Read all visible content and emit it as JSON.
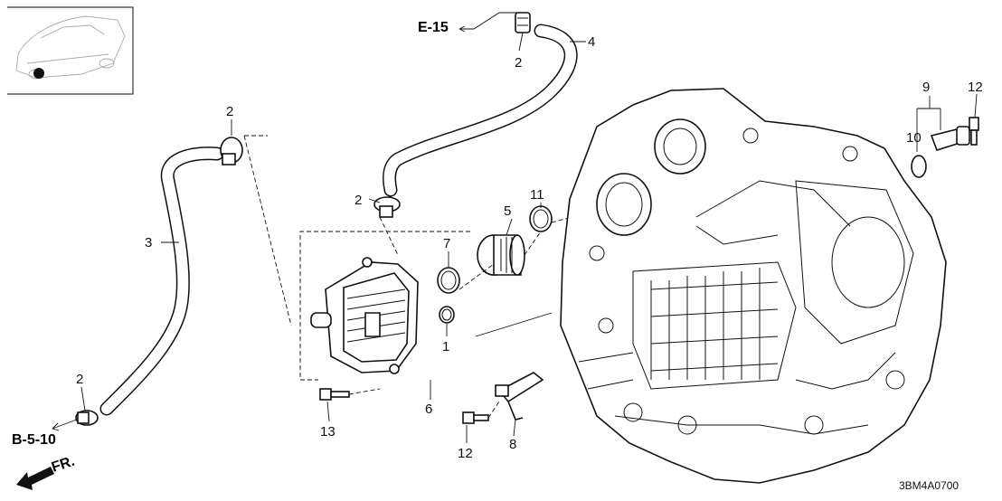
{
  "references": {
    "top": "E-15",
    "bottom_left": "B-5-10",
    "front": "FR."
  },
  "diagram_code": "3BM4A0700",
  "callouts": {
    "c1": "1",
    "c2a": "2",
    "c2b": "2",
    "c2c": "2",
    "c2d": "2",
    "c3": "3",
    "c4": "4",
    "c5": "5",
    "c6": "6",
    "c7": "7",
    "c8": "8",
    "c9": "9",
    "c10": "10",
    "c11": "11",
    "c12a": "12",
    "c12b": "12",
    "c13": "13"
  },
  "icons": {
    "locator": "vehicle-locator-icon",
    "front_arrow": "front-direction-arrow-icon"
  }
}
